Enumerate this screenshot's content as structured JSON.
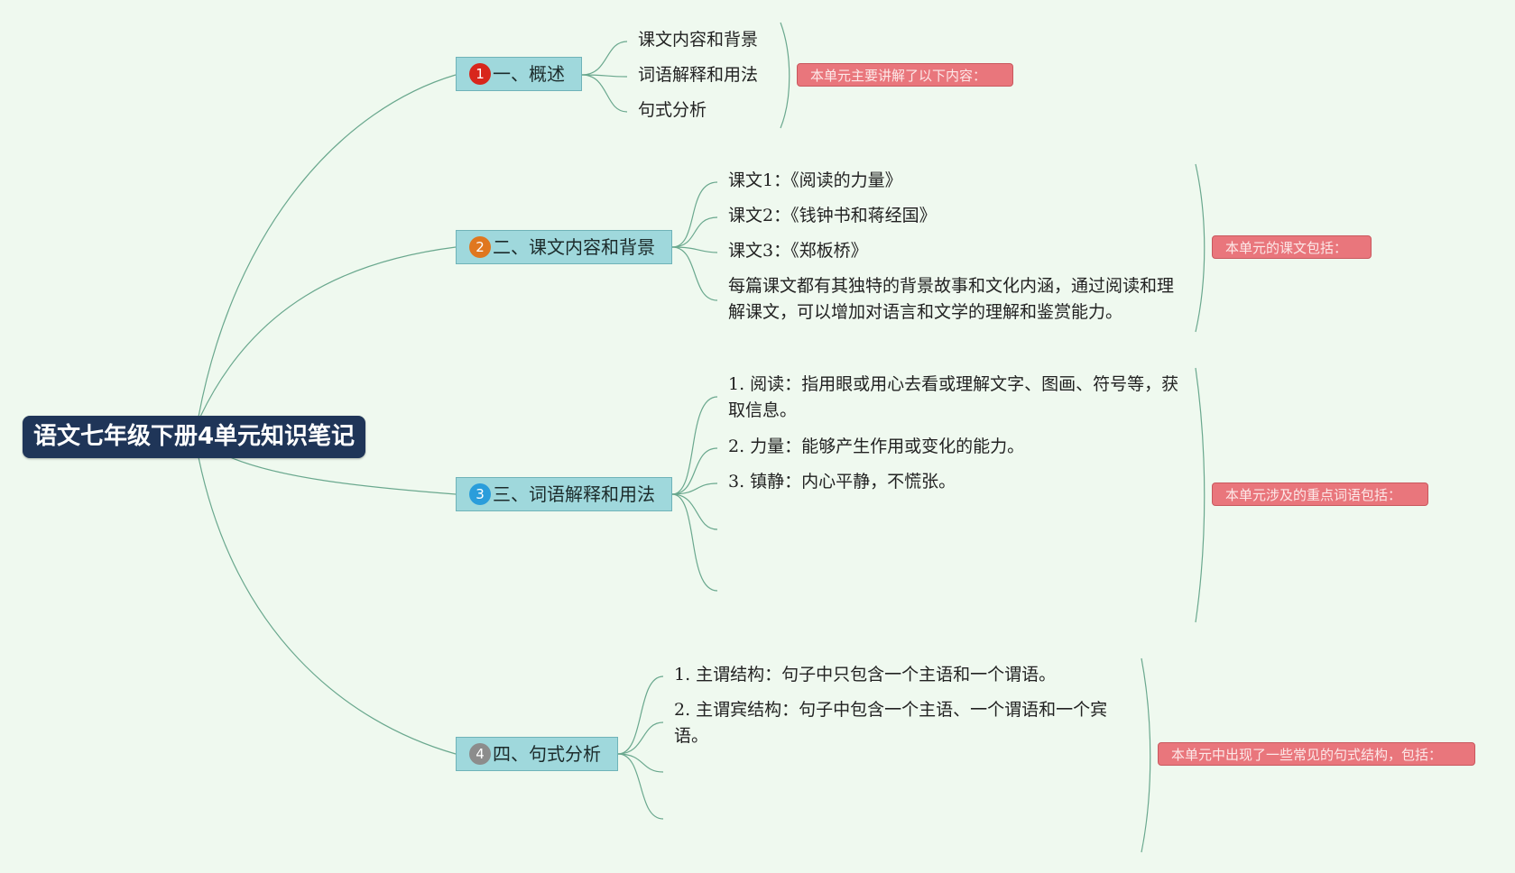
{
  "root": {
    "title": "语文七年级下册4单元知识笔记"
  },
  "colors": {
    "background": "#eff9ef",
    "root_fill": "#1f3558",
    "topic_fill": "#9fd8dc",
    "note_fill": "#e9767c",
    "connector": "#6aa88e"
  },
  "topics": [
    {
      "badge": "1",
      "badge_color": "#d8261c",
      "label": "一、概述",
      "children": [
        "课文内容和背景",
        "词语解释和用法",
        "句式分析"
      ],
      "note": "本单元主要讲解了以下内容："
    },
    {
      "badge": "2",
      "badge_color": "#e0771f",
      "label": "二、课文内容和背景",
      "children": [
        "课文1：《阅读的力量》",
        "课文2：《钱钟书和蒋经国》",
        "课文3：《郑板桥》",
        "每篇课文都有其独特的背景故事和文化内涵，通过阅读和理解课文，可以增加对语言和文学的理解和鉴赏能力。"
      ],
      "note": "本单元的课文包括："
    },
    {
      "badge": "3",
      "badge_color": "#2a9ddb",
      "label": "三、词语解释和用法",
      "children": [
        "1. 阅读：指用眼或用心去看或理解文字、图画、符号等，获取信息。",
        "2. 力量：能够产生作用或变化的能力。",
        "3. 镇静：内心平静，不慌张。"
      ],
      "note": "本单元涉及的重点词语包括："
    },
    {
      "badge": "4",
      "badge_color": "#8c8c8c",
      "label": "四、句式分析",
      "children": [
        "1. 主谓结构：句子中只包含一个主语和一个谓语。",
        "2. 主谓宾结构：句子中包含一个主语、一个谓语和一个宾语。"
      ],
      "note": "本单元中出现了一些常见的句式结构，包括："
    }
  ]
}
